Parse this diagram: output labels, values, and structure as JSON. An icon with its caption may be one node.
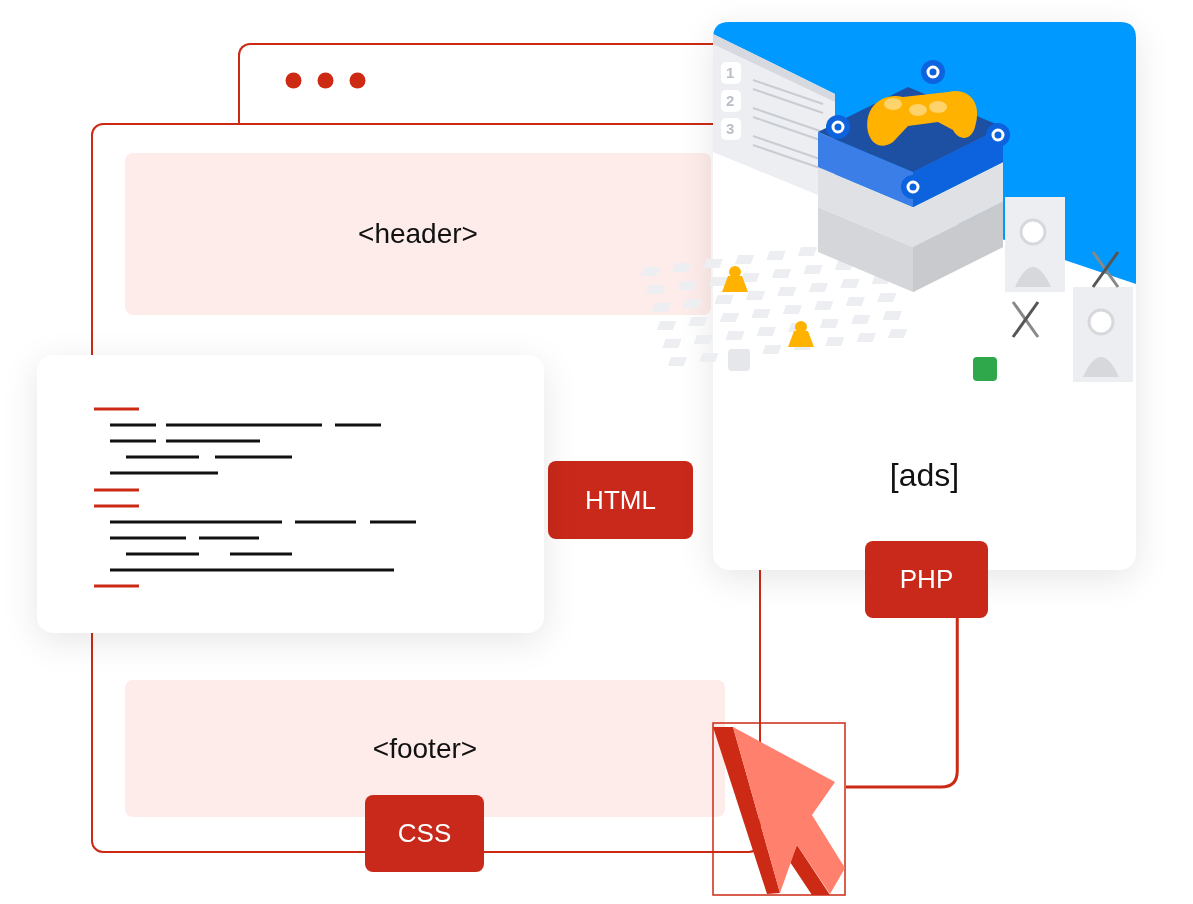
{
  "diagram": {
    "nodes": [
      {
        "text": [],
        "shape": "box"
      },
      {
        "text": [],
        "shape": "box"
      },
      {
        "text": [
          "<header>"
        ],
        "in": 1
      },
      {
        "text": [
          "<footer>"
        ],
        "in": 1
      },
      {
        "text": [],
        "shape": "picture"
      },
      {
        "text": [
          "HTML"
        ],
        "in": 1
      },
      {
        "text": [
          "[ads]"
        ]
      },
      {
        "text": [
          "PHP"
        ]
      },
      {
        "text": [
          "CSS"
        ]
      },
      {
        "text": [],
        "shape": "picture"
      }
    ],
    "edges": [
      {
        "from": 7,
        "to": 9,
        "arrow": "none"
      }
    ],
    "labels": [
      "1",
      "2",
      "3"
    ]
  }
}
